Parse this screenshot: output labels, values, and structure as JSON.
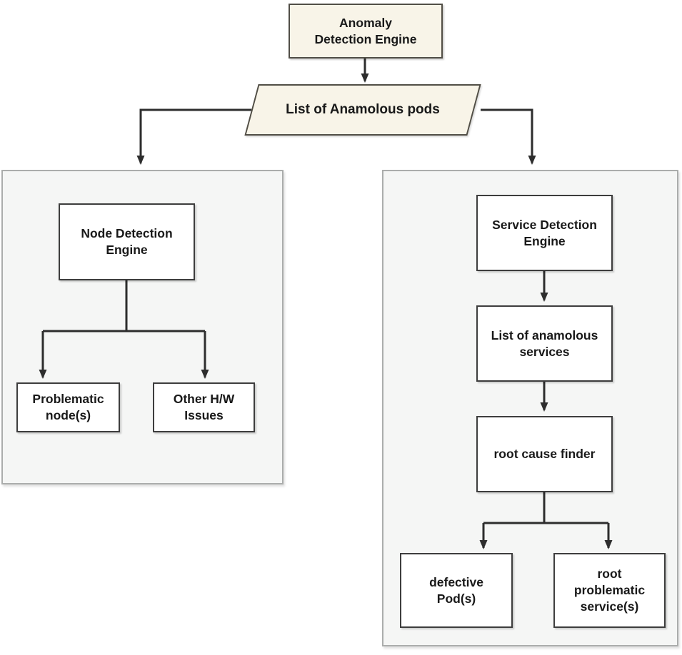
{
  "diagram": {
    "title": "Anomaly detection flowchart",
    "colors": {
      "background": "#ffffff",
      "cream_fill": "#f8f4e8",
      "cream_border": "#514e46",
      "container_fill": "#f5f6f5",
      "container_border": "#abadac",
      "box_fill": "#ffffff",
      "box_border": "#3d3d3d",
      "connector": "#2d2d2d",
      "text": "#191919"
    },
    "nodes": {
      "anomaly_engine": {
        "label": "Anomaly\nDetection Engine",
        "shape": "rectangle",
        "fill": "cream"
      },
      "anomalous_pods": {
        "label": "List of Anamolous pods",
        "shape": "parallelogram",
        "fill": "cream"
      },
      "node_engine": {
        "label": "Node Detection\nEngine",
        "shape": "rectangle",
        "fill": "white"
      },
      "problematic_nodes": {
        "label": "Problematic\nnode(s)",
        "shape": "rectangle",
        "fill": "white"
      },
      "other_hw_issues": {
        "label": "Other H/W\nIssues",
        "shape": "rectangle",
        "fill": "white"
      },
      "service_engine": {
        "label": "Service Detection\nEngine",
        "shape": "rectangle",
        "fill": "white"
      },
      "anomalous_services": {
        "label": "List of anamolous\nservices",
        "shape": "rectangle",
        "fill": "white"
      },
      "root_cause_finder": {
        "label": "root cause finder",
        "shape": "rectangle",
        "fill": "white"
      },
      "defective_pods": {
        "label": "defective\nPod(s)",
        "shape": "rectangle",
        "fill": "white"
      },
      "root_problematic_services": {
        "label": "root\nproblematic\nservice(s)",
        "shape": "rectangle",
        "fill": "white"
      }
    },
    "edges": [
      {
        "from": "anomaly_engine",
        "to": "anomalous_pods"
      },
      {
        "from": "anomalous_pods",
        "to": "node_detection_group"
      },
      {
        "from": "anomalous_pods",
        "to": "service_detection_group"
      },
      {
        "from": "node_engine",
        "to": "problematic_nodes"
      },
      {
        "from": "node_engine",
        "to": "other_hw_issues"
      },
      {
        "from": "service_engine",
        "to": "anomalous_services"
      },
      {
        "from": "anomalous_services",
        "to": "root_cause_finder"
      },
      {
        "from": "root_cause_finder",
        "to": "defective_pods"
      },
      {
        "from": "root_cause_finder",
        "to": "root_problematic_services"
      }
    ]
  }
}
